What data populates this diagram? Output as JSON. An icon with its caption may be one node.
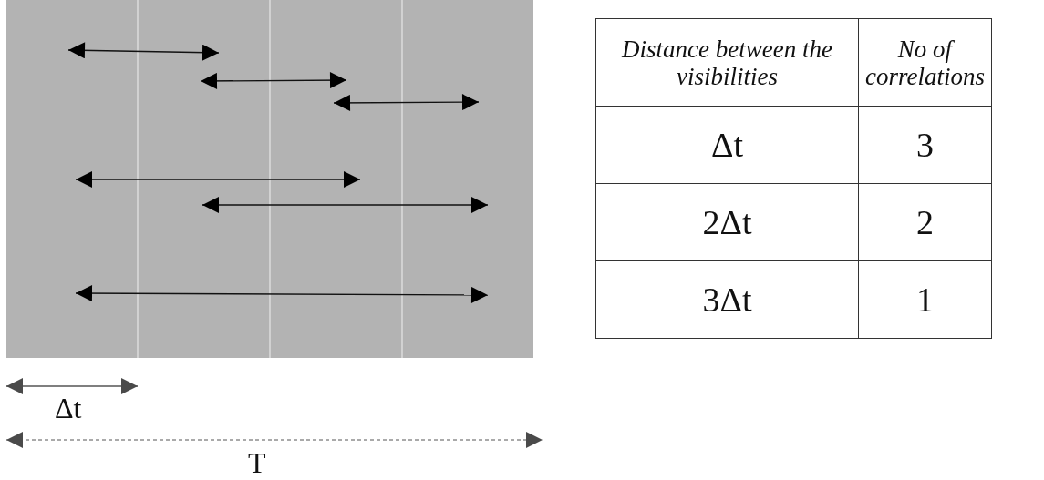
{
  "diagram": {
    "labels": [
      "Distance between the visibilities",
      "No of correlations",
      "Δt",
      "3",
      "2Δt",
      "2",
      "3Δt",
      "1",
      "Δt",
      "T"
    ]
  }
}
